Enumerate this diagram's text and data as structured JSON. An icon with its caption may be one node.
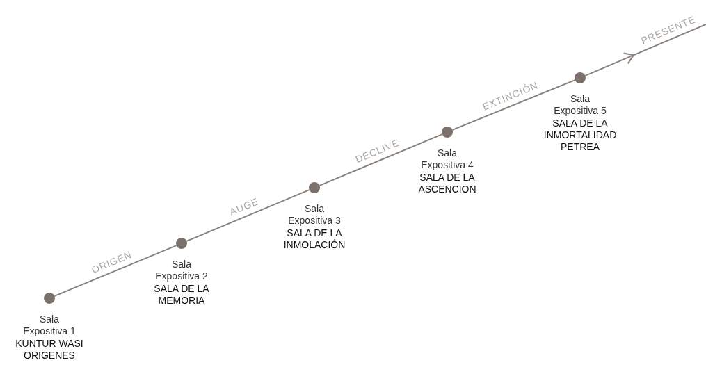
{
  "diagram": {
    "nodes": [
      {
        "text": [],
        "shape": "circle",
        "beside": [
          "Sala Expositiva 1",
          "KUNTUR WASI ORIGENES"
        ]
      },
      {
        "text": [],
        "shape": "circle",
        "beside": [
          "Sala Expositiva 2",
          "SALA DE LA MEMORIA"
        ]
      },
      {
        "text": [],
        "shape": "circle",
        "beside": [
          "Sala Expositiva 3",
          "SALA DE LA INMOLACIÓN"
        ]
      },
      {
        "text": [],
        "shape": "circle",
        "beside": [
          "Sala Expositiva 4",
          "SALA DE LA ASCENCIÓN"
        ]
      },
      {
        "text": [],
        "shape": "circle",
        "beside": [
          "Sala Expositiva 5",
          "SALA DE LA INMORTALIDAD PETREA"
        ]
      }
    ],
    "edges": [
      {
        "from": 0,
        "to": 1,
        "arrow": "none",
        "label": "ORIGEN"
      },
      {
        "from": 1,
        "to": 2,
        "arrow": "none",
        "label": "AUGE"
      },
      {
        "from": 2,
        "to": 3,
        "arrow": "none",
        "label": "DECLIVE"
      },
      {
        "from": 3,
        "to": 4,
        "arrow": "none",
        "label": "EXTINCIÓN"
      },
      {
        "from": 4,
        "to": null,
        "arrow": "to",
        "label": "PRESENTE"
      }
    ]
  }
}
